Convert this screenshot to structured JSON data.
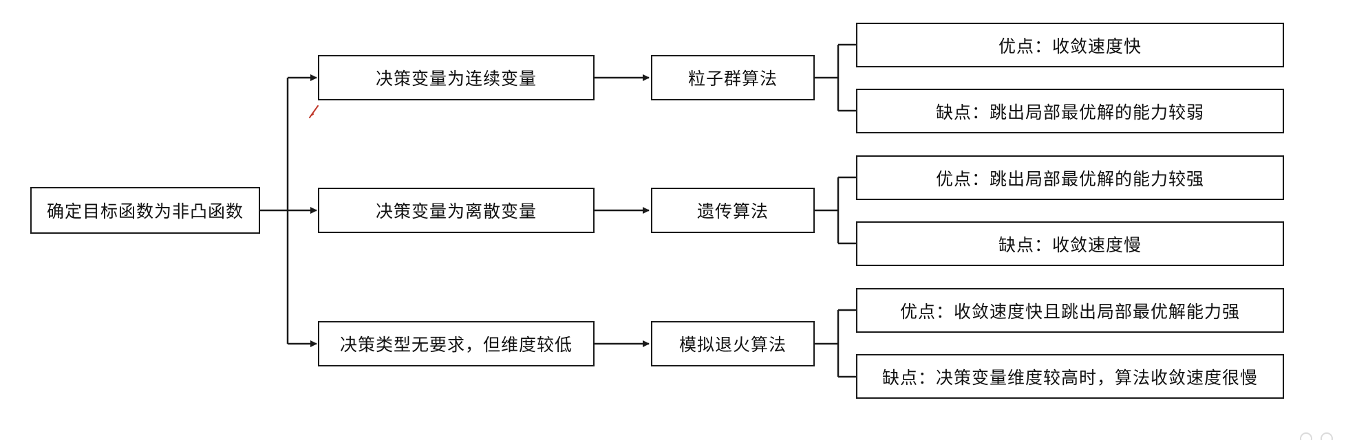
{
  "root": {
    "label": "确定目标函数为非凸函数"
  },
  "branches": [
    {
      "condition": "决策变量为连续变量",
      "algorithm": "粒子群算法",
      "pros": "优点：收敛速度快",
      "cons": "缺点：跳出局部最优解的能力较弱"
    },
    {
      "condition": "决策变量为离散变量",
      "algorithm": "遗传算法",
      "pros": "优点：跳出局部最优解的能力较强",
      "cons": "缺点：收敛速度慢"
    },
    {
      "condition": "决策类型无要求，但维度较低",
      "algorithm": "模拟退火算法",
      "pros": "优点：收敛速度快且跳出局部最优解能力强",
      "cons": "缺点：决策变量维度较高时，算法收敛速度很慢"
    }
  ],
  "colors": {
    "stroke": "#1a1a1a",
    "text": "#111111",
    "annotation": "#c0392b"
  }
}
